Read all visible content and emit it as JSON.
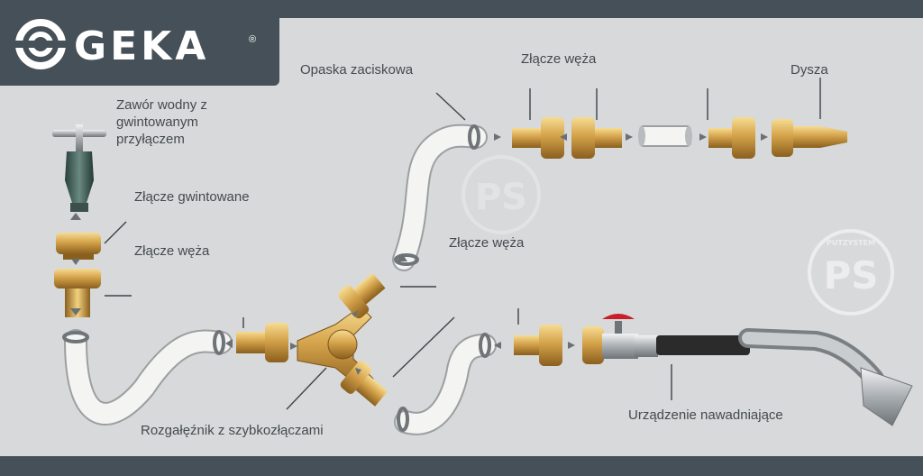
{
  "brand": {
    "name": "GEKA",
    "registered": "®"
  },
  "labels": {
    "water_valve": [
      "Zawór wodny z",
      "gwintowanym",
      "przyłączem"
    ],
    "threaded_connector": "Złącze gwintowane",
    "hose_connector_left": "Złącze węża",
    "hose_clamp": "Opaska zaciskowa",
    "hose_connector_top": "Złącze węża",
    "nozzle": "Dysza",
    "hose_connector_mid": "Złącze węża",
    "splitter": "Rozgałęźnik z szybkozłączami",
    "watering_device": "Urządzenie nawadniające"
  },
  "watermark": {
    "text": "PS",
    "ring_text": "PUTZYSTEM"
  },
  "colors": {
    "bar": "#455058",
    "background": "#d7d9da",
    "text": "#444a4e",
    "brass": "#d4a24a",
    "hose": "#f4f4f2",
    "valve_handle": "#c8202a"
  }
}
